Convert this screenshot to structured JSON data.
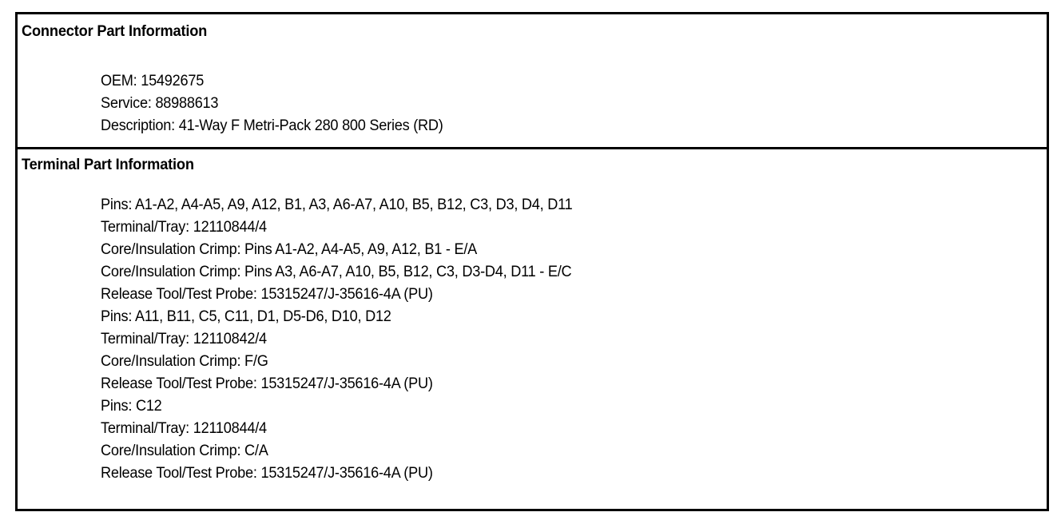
{
  "document": {
    "background_color": "#ffffff",
    "text_color": "#000000",
    "border_color": "#000000"
  },
  "sections": [
    {
      "id": "connector-part-information",
      "title": "Connector Part Information",
      "lines": [
        "OEM: 15492675",
        "Service: 88988613",
        "Description: 41-Way F Metri-Pack 280 800 Series (RD)"
      ]
    },
    {
      "id": "terminal-part-information",
      "title": "Terminal Part Information",
      "lines": [
        "Pins: A1-A2, A4-A5, A9, A12, B1, A3, A6-A7, A10, B5, B12, C3, D3, D4, D11",
        "Terminal/Tray: 12110844/4",
        "Core/Insulation Crimp: Pins A1-A2, A4-A5, A9, A12, B1 - E/A",
        "Core/Insulation Crimp: Pins A3, A6-A7, A10, B5, B12, C3, D3-D4, D11 - E/C",
        "Release Tool/Test Probe: 15315247/J-35616-4A (PU)",
        "Pins: A11, B11, C5, C11, D1, D5-D6, D10, D12",
        "Terminal/Tray: 12110842/4",
        "Core/Insulation Crimp: F/G",
        "Release Tool/Test Probe: 15315247/J-35616-4A (PU)",
        "Pins: C12",
        "Terminal/Tray: 12110844/4",
        "Core/Insulation Crimp: C/A",
        "Release Tool/Test Probe: 15315247/J-35616-4A (PU)"
      ]
    }
  ]
}
